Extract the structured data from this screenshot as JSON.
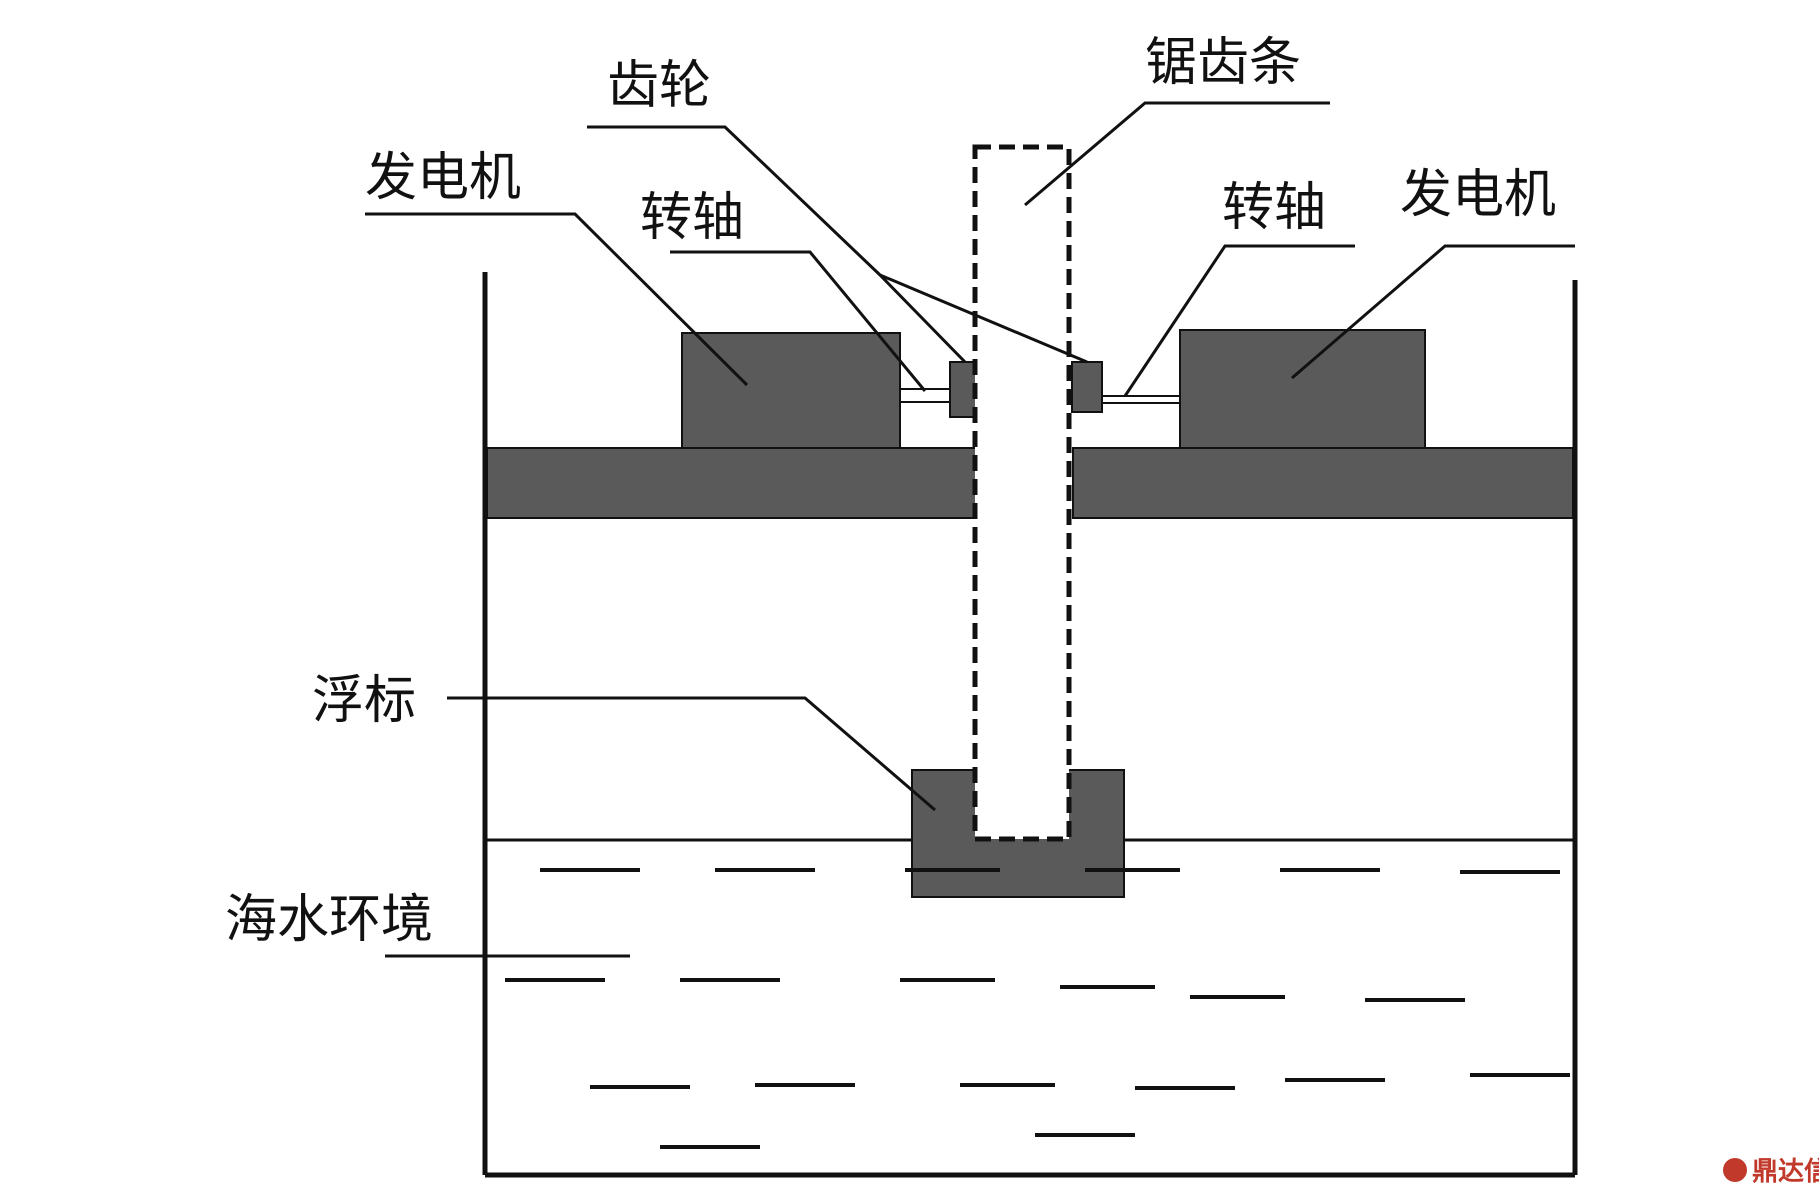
{
  "labels": {
    "generator_left": "发电机",
    "generator_right": "发电机",
    "shaft_left": "转轴",
    "shaft_right": "转轴",
    "gear": "齿轮",
    "rack": "锯齿条",
    "buoy": "浮标",
    "seawater": "海水环境"
  },
  "watermark": {
    "text": "鼎达信"
  },
  "colors": {
    "block_fill": "#5a5a5a",
    "stroke": "#111111",
    "background": "#ffffff",
    "watermark": "#c0392b"
  }
}
